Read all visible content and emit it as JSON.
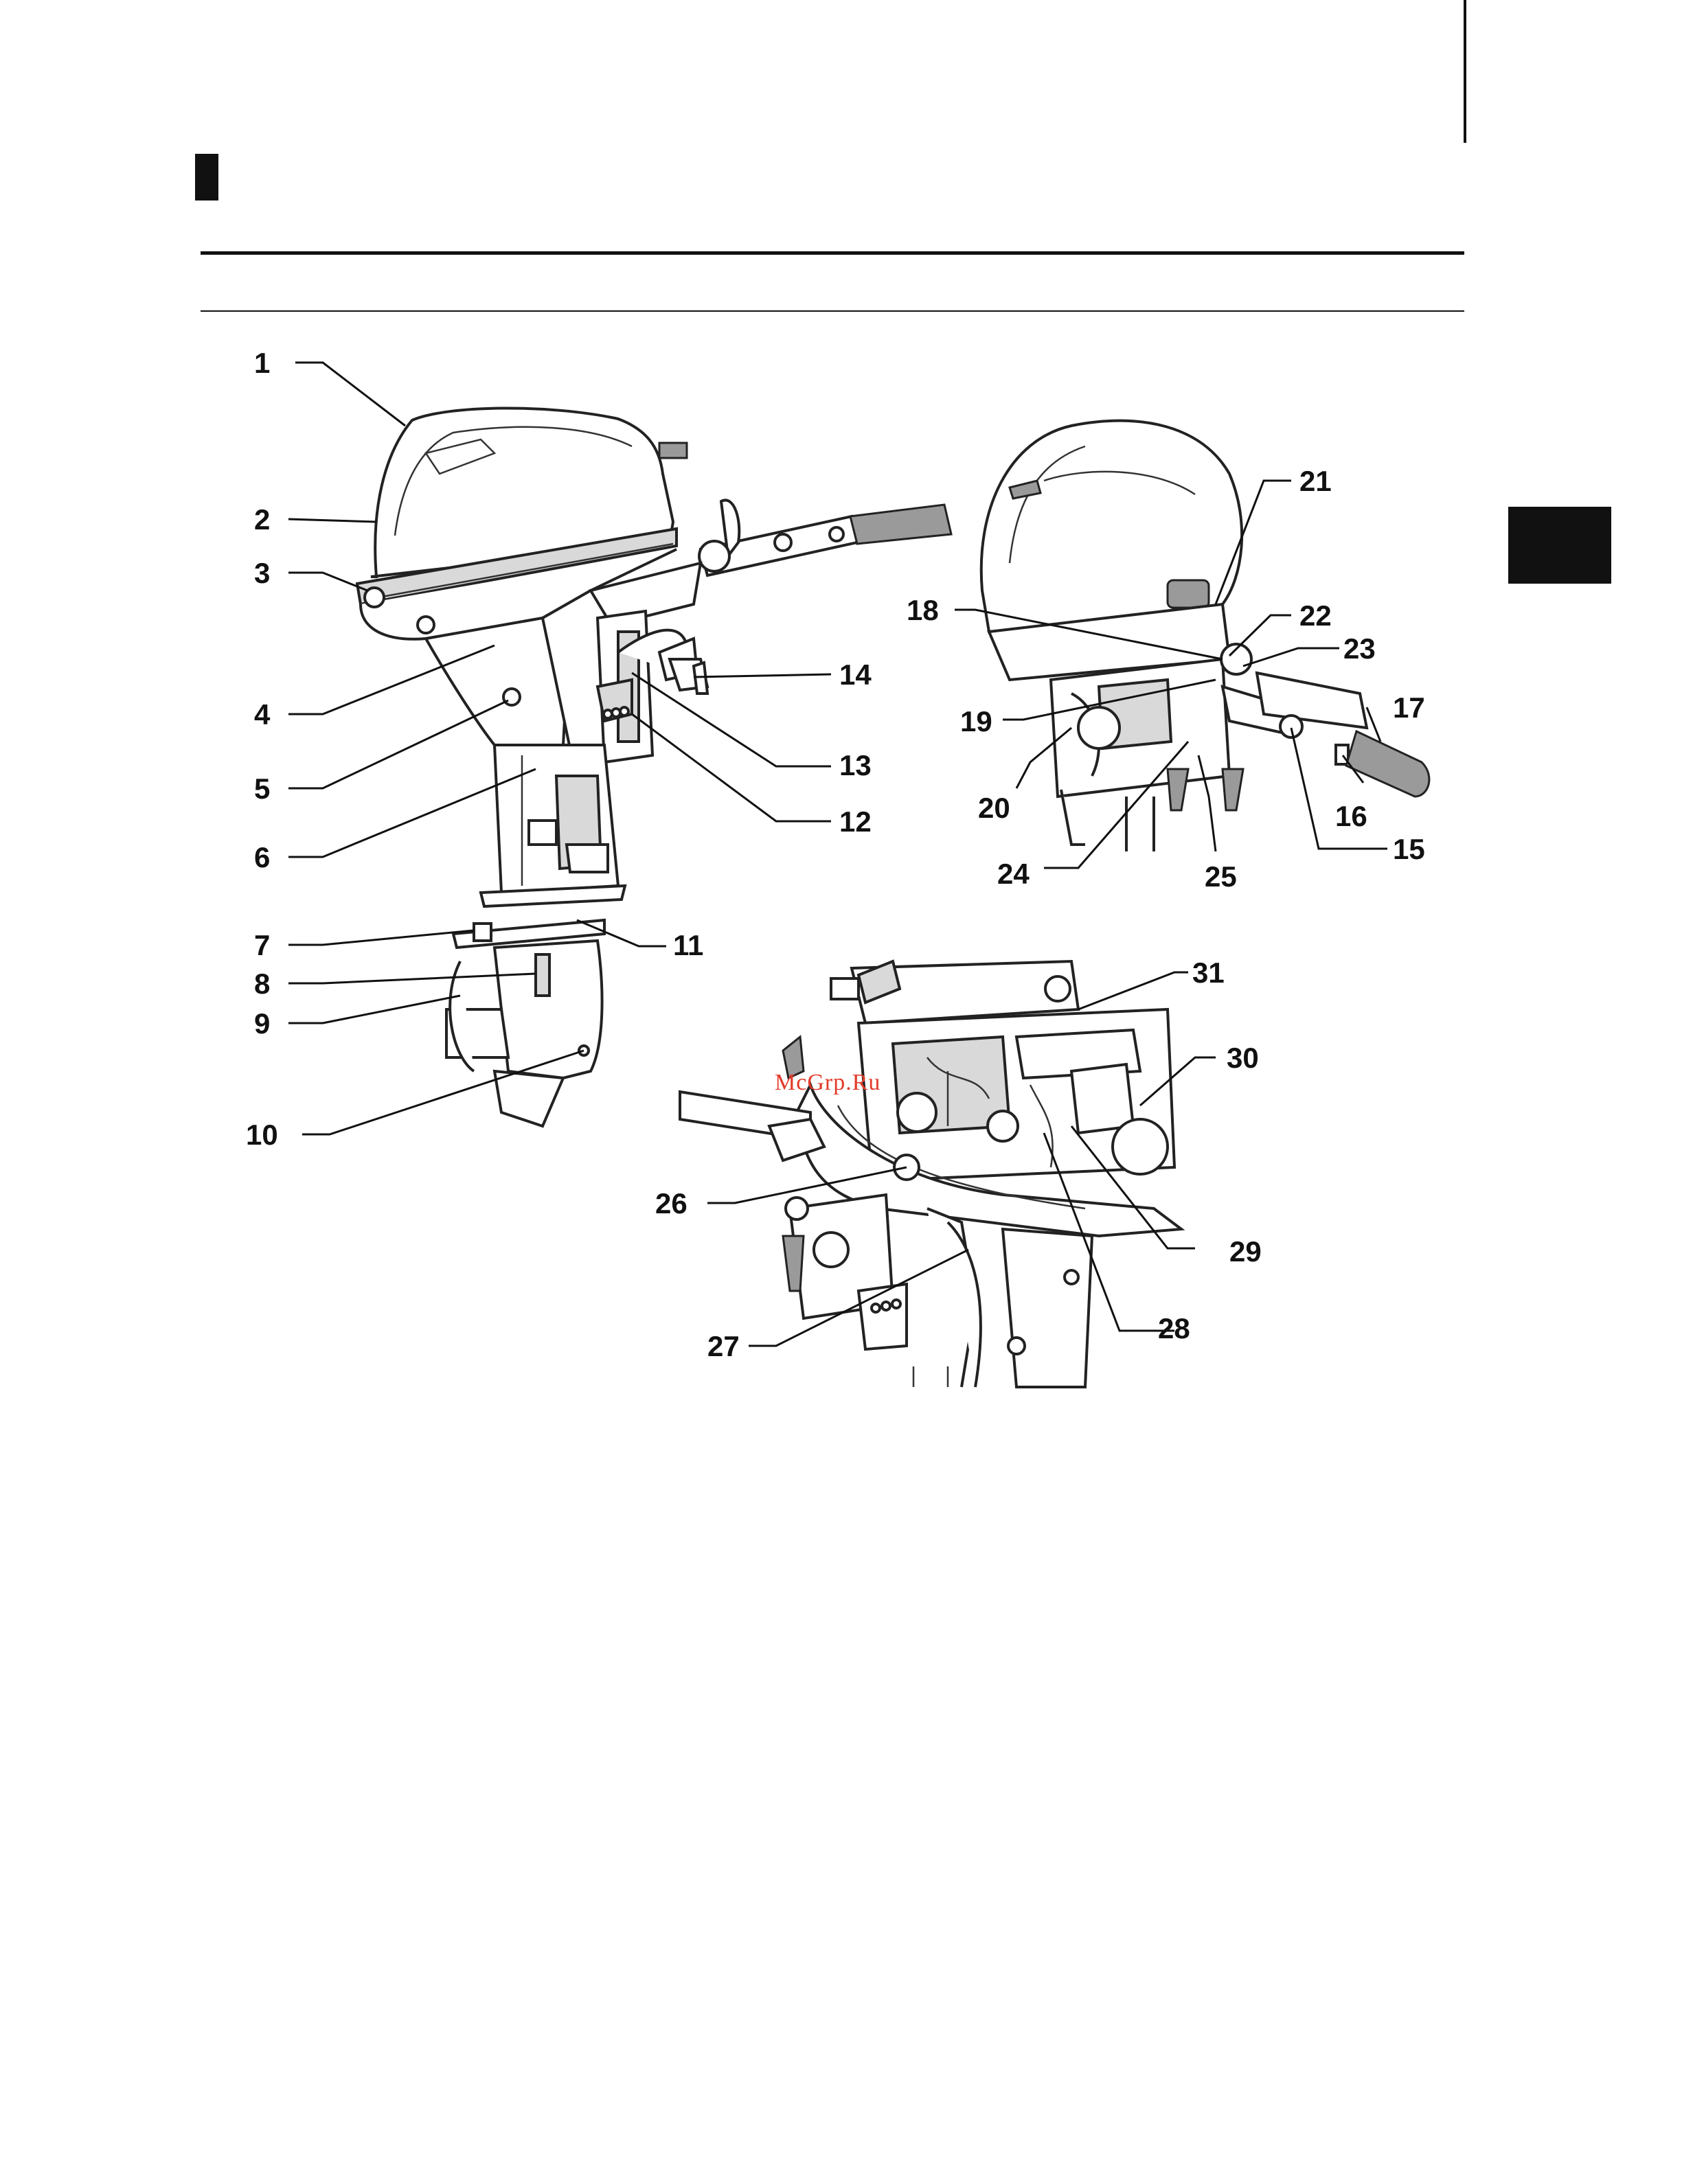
{
  "page": {
    "watermark": "McGrp.Ru"
  },
  "callouts": [
    {
      "id": "c1",
      "label": "1"
    },
    {
      "id": "c2",
      "label": "2"
    },
    {
      "id": "c3",
      "label": "3"
    },
    {
      "id": "c4",
      "label": "4"
    },
    {
      "id": "c5",
      "label": "5"
    },
    {
      "id": "c6",
      "label": "6"
    },
    {
      "id": "c7",
      "label": "7"
    },
    {
      "id": "c8",
      "label": "8"
    },
    {
      "id": "c9",
      "label": "9"
    },
    {
      "id": "c10",
      "label": "10"
    },
    {
      "id": "c11",
      "label": "11"
    },
    {
      "id": "c12",
      "label": "12"
    },
    {
      "id": "c13",
      "label": "13"
    },
    {
      "id": "c14",
      "label": "14"
    },
    {
      "id": "c15",
      "label": "15"
    },
    {
      "id": "c16",
      "label": "16"
    },
    {
      "id": "c17",
      "label": "17"
    },
    {
      "id": "c18",
      "label": "18"
    },
    {
      "id": "c19",
      "label": "19"
    },
    {
      "id": "c20",
      "label": "20"
    },
    {
      "id": "c21",
      "label": "21"
    },
    {
      "id": "c22",
      "label": "22"
    },
    {
      "id": "c23",
      "label": "23"
    },
    {
      "id": "c24",
      "label": "24"
    },
    {
      "id": "c25",
      "label": "25"
    },
    {
      "id": "c26",
      "label": "26"
    },
    {
      "id": "c27",
      "label": "27"
    },
    {
      "id": "c28",
      "label": "28"
    },
    {
      "id": "c29",
      "label": "29"
    },
    {
      "id": "c30",
      "label": "30"
    },
    {
      "id": "c31",
      "label": "31"
    }
  ]
}
